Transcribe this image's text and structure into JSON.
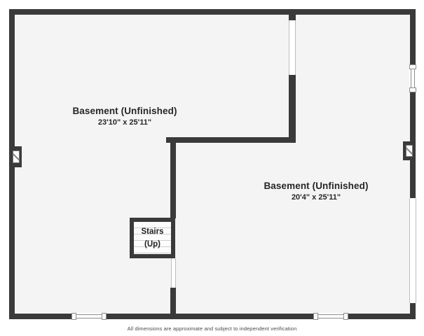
{
  "floorplan": {
    "rooms": [
      {
        "name": "Basement (Unfinished)",
        "dimensions": "23'10\" x 25'11\""
      },
      {
        "name": "Basement (Unfinished)",
        "dimensions": "20'4\" x 25'11\""
      }
    ],
    "stairs": {
      "line1": "Stairs",
      "line2": "(Up)"
    },
    "footer_note": "All dimensions are approximate and subject to independent verification",
    "colors": {
      "wall": "#3a3a3a",
      "floor": "#f4f4f4",
      "page_background": "#ffffff",
      "label_text": "#262626",
      "footer_text": "#4a4a4a",
      "window_outline": "#8d8d8d"
    }
  }
}
